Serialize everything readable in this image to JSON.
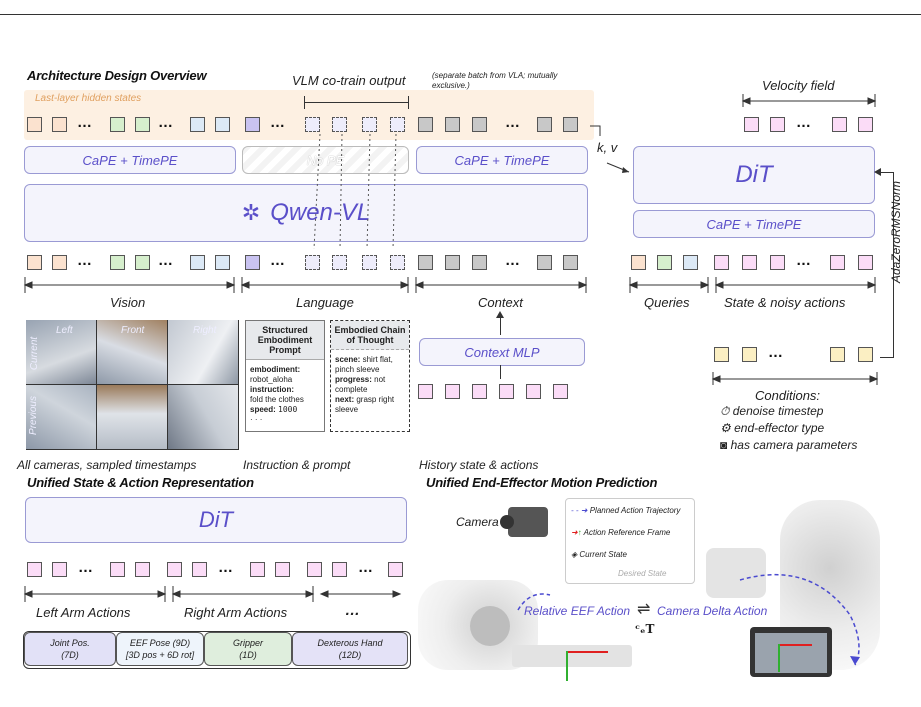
{
  "arch": {
    "title": "Architecture Design Overview",
    "hidden_states_label": "Last-layer hidden states",
    "vlm_cotrain": "VLM co-train output",
    "separate_batch": "(separate batch from VLA; mutually exclusive.)",
    "cape_timepe": "CaPE + TimePE",
    "no_pe": "No PE",
    "qwen": "Qwen-VL",
    "vision": "Vision",
    "language": "Language",
    "context": "Context",
    "context_mlp": "Context MLP",
    "kv": "k, v",
    "caption_cameras": "All cameras, sampled timestamps",
    "caption_instruction": "Instruction & prompt",
    "caption_history": "History state & actions",
    "cam_left": "Left",
    "cam_front": "Front",
    "cam_right": "Right",
    "cam_current": "Current",
    "cam_previous": "Previous"
  },
  "prompt_card": {
    "title": "Structured Embodiment Prompt",
    "k1": "embodiment:",
    "v1": "robot_aloha",
    "k2": "instruction:",
    "v2": "fold the clothes",
    "k3": "speed:",
    "v3": "1000",
    "ellipsis": "· · ·"
  },
  "cot_card": {
    "title": "Embodied Chain of Thought",
    "k1": "scene:",
    "v1": "shirt flat, pinch sleeve",
    "k2": "progress:",
    "v2": "not complete",
    "k3": "next:",
    "v3": "grasp right sleeve"
  },
  "dit_side": {
    "velocity": "Velocity field",
    "dit": "DiT",
    "cape": "CaPE + TimePE",
    "adazero": "AdaZeroRMSNorm",
    "queries": "Queries",
    "state_noisy": "State & noisy actions",
    "conditions": "Conditions:",
    "c1": "denoise timestep",
    "c2": "end-effector type",
    "c3": "has camera parameters"
  },
  "unified_state": {
    "title": "Unified State & Action Representation",
    "dit": "DiT",
    "left_arm": "Left Arm Actions",
    "right_arm": "Right Arm Actions",
    "ellipsis": "…",
    "cat1_a": "Joint Pos.",
    "cat1_b": "(7D)",
    "cat2_a": "EEF Pose (9D)",
    "cat2_b": "[3D pos + 6D rot]",
    "cat3_a": "Gripper",
    "cat3_b": "(1D)",
    "cat4_a": "Dexterous Hand",
    "cat4_b": "(12D)"
  },
  "eef": {
    "title": "Unified End-Effector Motion Prediction",
    "camera": "Camera",
    "leg1": "Planned Action Trajectory",
    "leg2": "Action Reference Frame",
    "leg3": "Current State",
    "leg4": "Desired State",
    "relative": "Relative EEF Action",
    "swap": "⇌",
    "delta": "Camera Delta Action",
    "transform": "ᶜₑT"
  },
  "colors": {
    "accent": "#5a4fc9",
    "peach": "#fbe2cf",
    "green": "#d6efcd",
    "blue": "#dce9f6",
    "purple": "#c9c3f1",
    "gray": "#c8c8c8",
    "pink": "#fbdcf7",
    "yellow": "#fbefc3"
  }
}
